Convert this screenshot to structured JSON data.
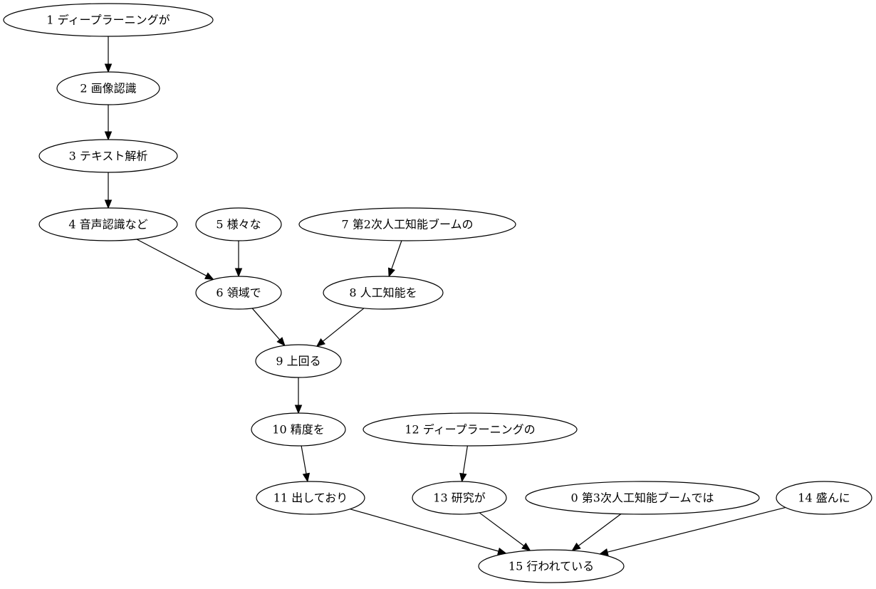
{
  "diagram": {
    "type": "dependency-tree",
    "nodes": [
      {
        "id": "n1",
        "label": "1 ディープラーニングが"
      },
      {
        "id": "n2",
        "label": "2 画像認識"
      },
      {
        "id": "n3",
        "label": "3 テキスト解析"
      },
      {
        "id": "n4",
        "label": "4 音声認識など"
      },
      {
        "id": "n5",
        "label": "5 様々な"
      },
      {
        "id": "n7",
        "label": "7 第2次人工知能ブームの"
      },
      {
        "id": "n6",
        "label": "6 領域で"
      },
      {
        "id": "n8",
        "label": "8 人工知能を"
      },
      {
        "id": "n9",
        "label": "9 上回る"
      },
      {
        "id": "n10",
        "label": "10 精度を"
      },
      {
        "id": "n12",
        "label": "12 ディープラーニングの"
      },
      {
        "id": "n11",
        "label": "11 出しており"
      },
      {
        "id": "n13",
        "label": "13 研究が"
      },
      {
        "id": "n0",
        "label": "0 第3次人工知能ブームでは"
      },
      {
        "id": "n14",
        "label": "14 盛んに"
      },
      {
        "id": "n15",
        "label": "15 行われている"
      }
    ],
    "edges": [
      {
        "from": "n1",
        "to": "n2"
      },
      {
        "from": "n2",
        "to": "n3"
      },
      {
        "from": "n3",
        "to": "n4"
      },
      {
        "from": "n4",
        "to": "n6"
      },
      {
        "from": "n5",
        "to": "n6"
      },
      {
        "from": "n7",
        "to": "n8"
      },
      {
        "from": "n6",
        "to": "n9"
      },
      {
        "from": "n8",
        "to": "n9"
      },
      {
        "from": "n9",
        "to": "n10"
      },
      {
        "from": "n10",
        "to": "n11"
      },
      {
        "from": "n12",
        "to": "n13"
      },
      {
        "from": "n11",
        "to": "n15"
      },
      {
        "from": "n13",
        "to": "n15"
      },
      {
        "from": "n0",
        "to": "n15"
      },
      {
        "from": "n14",
        "to": "n15"
      }
    ]
  }
}
